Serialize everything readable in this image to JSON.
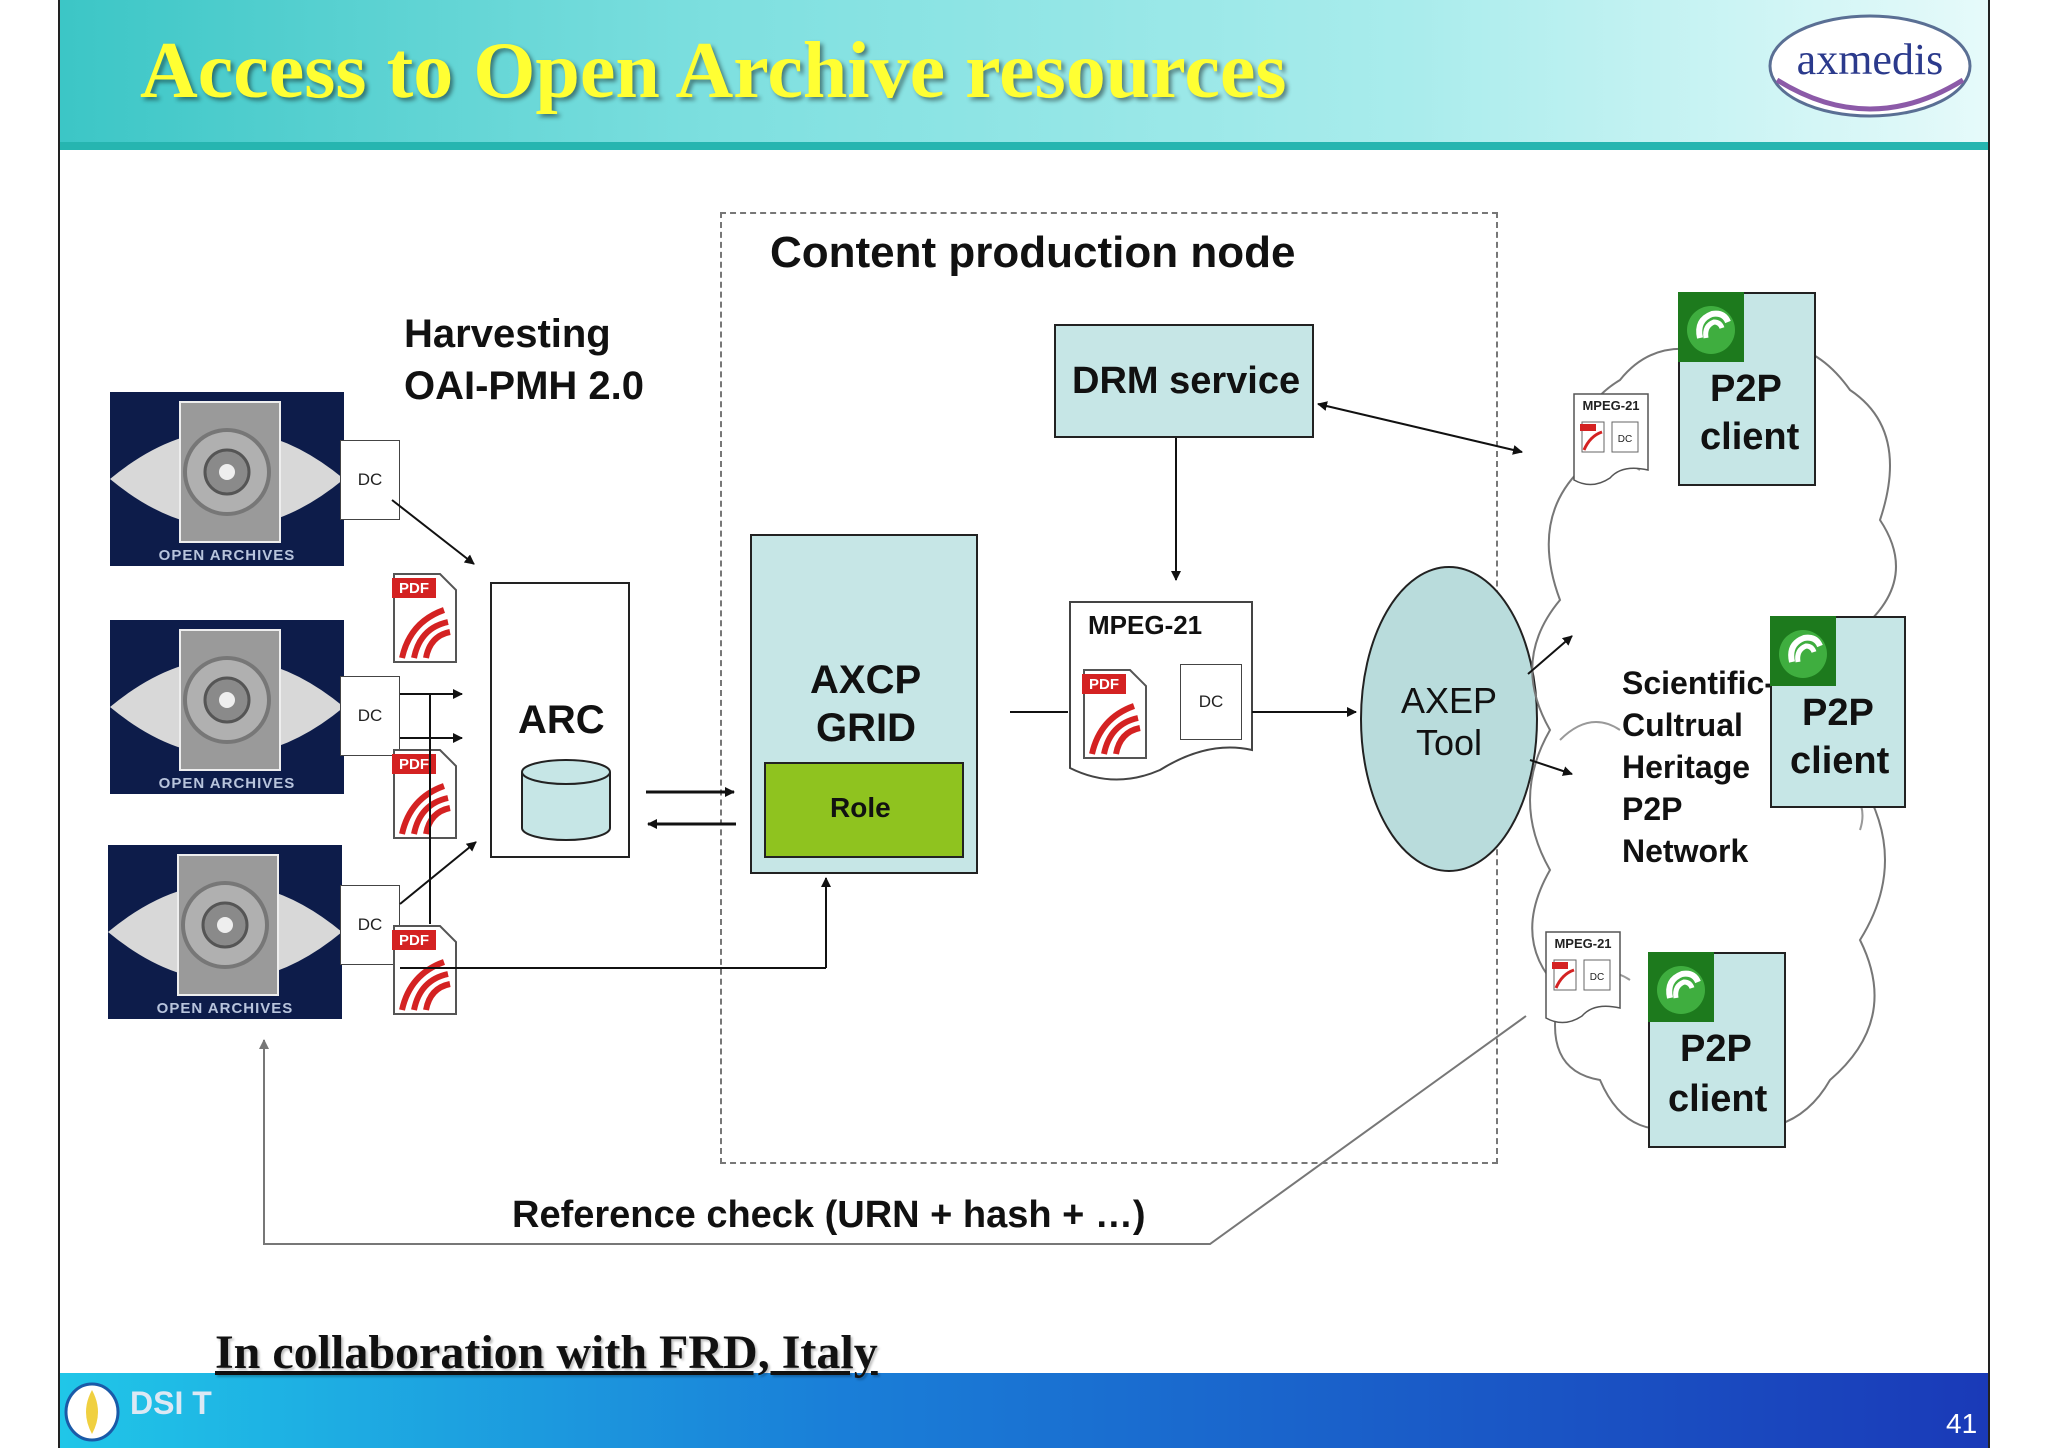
{
  "header": {
    "title": "Access to Open Archive resources",
    "logo_text": "axmedis"
  },
  "diagram": {
    "content_node_label": "Content production node",
    "harvesting_line1": "Harvesting",
    "harvesting_line2": "OAI-PMH 2.0",
    "open_archives_caption": "OPEN ARCHIVES",
    "dc_label": "DC",
    "pdf_label": "PDF",
    "arc_label": "ARC",
    "axcp_line1": "AXCP",
    "axcp_line2": "GRID",
    "role_label": "Role",
    "drm_label": "DRM service",
    "mpeg_label": "MPEG-21",
    "axep_line1": "AXEP",
    "axep_line2": "Tool",
    "network_lines": [
      "Scientific-",
      "Cultrual",
      "Heritage",
      "P2P",
      "Network"
    ],
    "p2p_line1": "P2P",
    "p2p_line2": "client",
    "reference_check": "Reference check (URN + hash + …)"
  },
  "footer": {
    "collaboration": "In collaboration with FRD, Italy",
    "page_number": "41",
    "dsi_logo_text": "DSI T"
  },
  "colors": {
    "title_yellow": "#ffff33",
    "box_fill": "#c6e6e6",
    "role_green": "#8fc31f",
    "ellipse_fill": "#b9dcdc",
    "footer_blue": "#1a3ab8",
    "pdf_red": "#d42222"
  }
}
